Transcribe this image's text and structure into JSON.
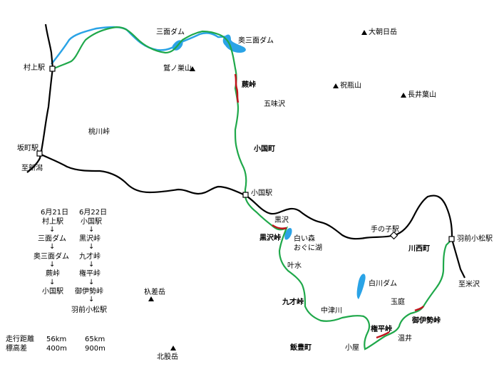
{
  "places": {
    "murakami_eki": "村上駅",
    "sakamachi_eki": "坂町駅",
    "itaru_niigata": "至新潟",
    "momokawa_toge": "桃川峠",
    "sanmen_dam": "三面ダム",
    "oku_sanmen_dam": "奥三面ダム",
    "washinosuyama": "鷲ノ巣山",
    "ooasahidake": "大朝日岳",
    "iwaibeyama": "祝瓶山",
    "nagaihayama": "長井葉山",
    "warabi_toge": "蕨峠",
    "gomisawa": "五味沢",
    "oguni_machi": "小国町",
    "oguni_eki": "小国駅",
    "kurosawa": "黒沢",
    "kurosawa_toge": "黒沢峠",
    "shiroimori": "白い森",
    "okunikoko": "おぐに湖",
    "kanou": "叶水",
    "tenoko_eki": "手の子駅",
    "kawanishi_machi": "川西町",
    "hanomae_komatsu_eki": "羽前小松駅",
    "itaru_yonezawa": "至米沢",
    "shirakawa_dam": "白川ダム",
    "tamaniwa": "玉庭",
    "goisetouge": "御伊勢峠",
    "kusaitoge": "九才峠",
    "nakatsugawa": "中津川",
    "gonpei_toge": "権平峠",
    "nurui": "温井",
    "iide_machi": "飯豊町",
    "koya": "小屋",
    "sugitakedake": "杁差岳",
    "kitamatadake": "北股岳"
  },
  "itinerary": {
    "day1": {
      "date": "6月21日",
      "stops": [
        "村上駅",
        "三面ダム",
        "奥三面ダム",
        "蕨峠",
        "小国駅"
      ]
    },
    "day2": {
      "date": "6月22日",
      "stops": [
        "小国駅",
        "黒沢峠",
        "九才峠",
        "権平峠",
        "御伊勢峠",
        "羽前小松駅"
      ]
    },
    "arrow": "↓"
  },
  "summary": {
    "distance_label": "走行距離",
    "distance_day1": "56km",
    "distance_day2": "65km",
    "elevation_label": "標高差",
    "elevation_day1": "400m",
    "elevation_day2": "900m"
  },
  "map_legend_colors": {
    "route": "#1fa84a",
    "river": "#2aa3e6",
    "railway": "#000000",
    "pass": "#c0141c"
  }
}
